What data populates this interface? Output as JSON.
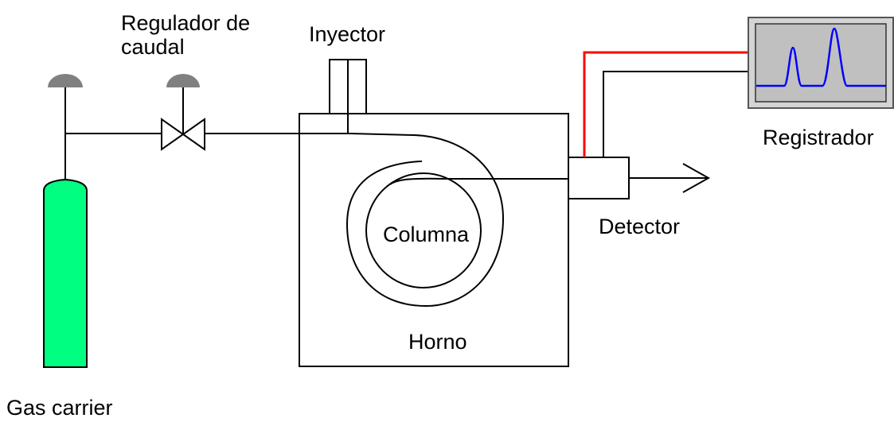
{
  "labels": {
    "regulator_line1": "Regulador de",
    "regulator_line2": "caudal",
    "injector": "Inyector",
    "recorder": "Registrador",
    "detector": "Detector",
    "column": "Columna",
    "oven": "Horno",
    "gas": "Gas carrier"
  },
  "colors": {
    "cylinder": "#00ff80",
    "cap": "#808080",
    "signal_wire": "#ff0000",
    "chromatogram": "#0000ff",
    "recorder_screen": "#c0c0c0"
  }
}
